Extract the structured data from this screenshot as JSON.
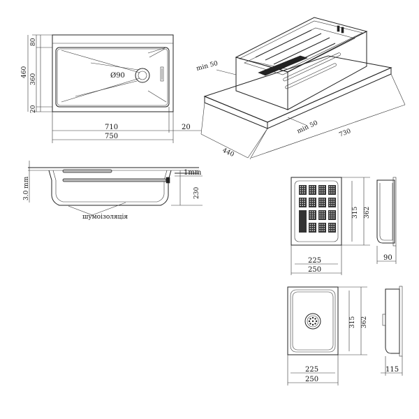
{
  "plan_view": {
    "dims": {
      "d80": "80",
      "d360": "360",
      "d20_left": "20",
      "d460": "460",
      "d710": "710",
      "d750": "750",
      "d20_right": "20"
    },
    "drain_label": "Ø90"
  },
  "iso_view": {
    "min50_top": "min 50",
    "min50_bottom": "min 50",
    "d440": "440",
    "d730": "730"
  },
  "section_view": {
    "thickness": "3.0 mm",
    "d1mm": "1mm",
    "d230": "230",
    "insulation": "шумоізоляція"
  },
  "colander": {
    "d315": "315",
    "d362": "362",
    "d225": "225",
    "d250": "250",
    "d90": "90"
  },
  "small_bowl": {
    "d315": "315",
    "d362": "362",
    "d225": "225",
    "d250": "250",
    "d115": "115"
  }
}
